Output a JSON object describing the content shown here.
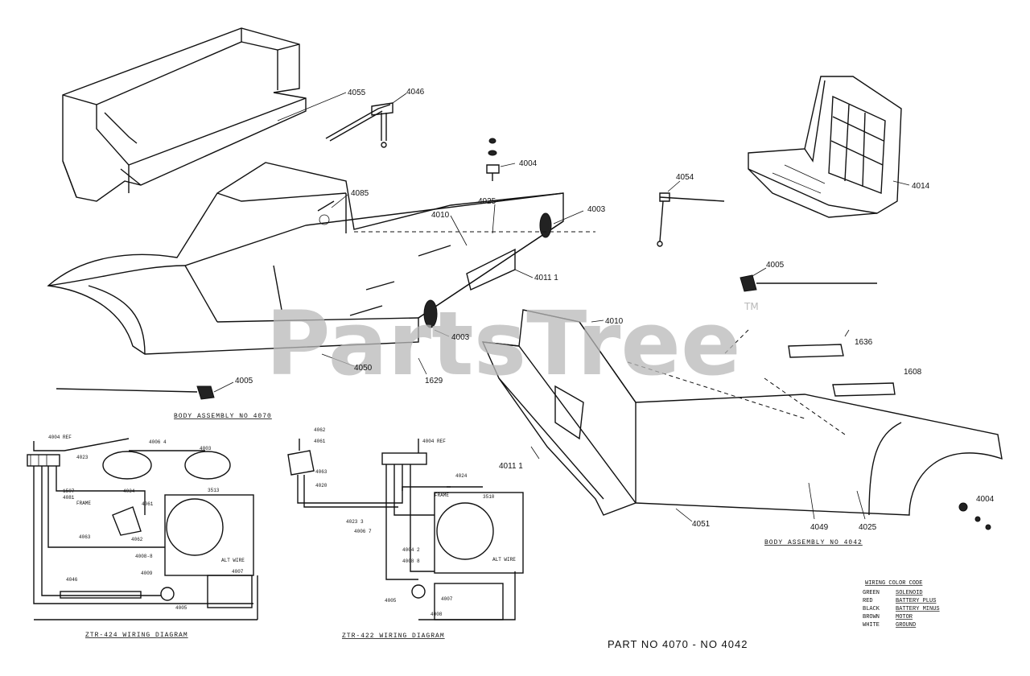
{
  "watermark": {
    "text": "PartsTree",
    "tm": "TM"
  },
  "callouts": {
    "c4055": "4055",
    "c4046": "4046",
    "c4004_top": "4004",
    "c4085": "4085",
    "c4025_top": "4025",
    "c4010_left": "4010",
    "c4003_top": "4003",
    "c4011_top": "4011 1",
    "c4003_low": "4003",
    "c4050": "4050",
    "c1629": "1629",
    "c4005_left": "4005",
    "c4054": "4054",
    "c4014": "4014",
    "c4005_right": "4005",
    "c4010_right": "4010",
    "c1636": "1636",
    "c1608": "1608",
    "c4011_low": "4011 1",
    "c4051": "4051",
    "c4049": "4049",
    "c4025_low": "4025",
    "c4004_right": "4004"
  },
  "captions": {
    "body_4070": "BODY ASSEMBLY NO 4070",
    "body_4042": "BODY ASSEMBLY NO 4042",
    "ztr424": "ZTR-424 WIRING DIAGRAM",
    "ztr422": "ZTR-422 WIRING DIAGRAM",
    "part_no": "PART NO  4070  -  NO  4042"
  },
  "wiring424": {
    "l1": "4004 REF",
    "l2": "4006 4",
    "l3": "4003",
    "l4": "4023",
    "l5": "4034",
    "l6": "1507",
    "l7": "4081",
    "l8": "3513",
    "l9": "FRAME",
    "l10": "4061",
    "l11": "4062",
    "l12": "4063",
    "l13": "4008-8",
    "l14": "ALT WIRE",
    "l15": "4009",
    "l16": "4007",
    "l17": "4046",
    "l18": "4005"
  },
  "wiring422": {
    "l1": "4062",
    "l2": "4061",
    "l3": "4004 REF",
    "l4": "4063",
    "l5": "4020",
    "l6": "4024",
    "l7": "FRAME",
    "l8": "3510",
    "l9": "4023 3",
    "l10": "4006 7",
    "l11": "4004 2",
    "l12": "4008 8",
    "l13": "ALT WIRE",
    "l14": "4005",
    "l15": "4007",
    "l16": "4008"
  },
  "legend": {
    "title": "WIRING COLOR CODE",
    "rows": [
      {
        "color": "GREEN",
        "use": "SOLENOID"
      },
      {
        "color": "RED",
        "use": "BATTERY PLUS"
      },
      {
        "color": "BLACK",
        "use": "BATTERY MINUS"
      },
      {
        "color": "BROWN",
        "use": "MOTOR"
      },
      {
        "color": "WHITE",
        "use": "GROUND"
      }
    ]
  }
}
